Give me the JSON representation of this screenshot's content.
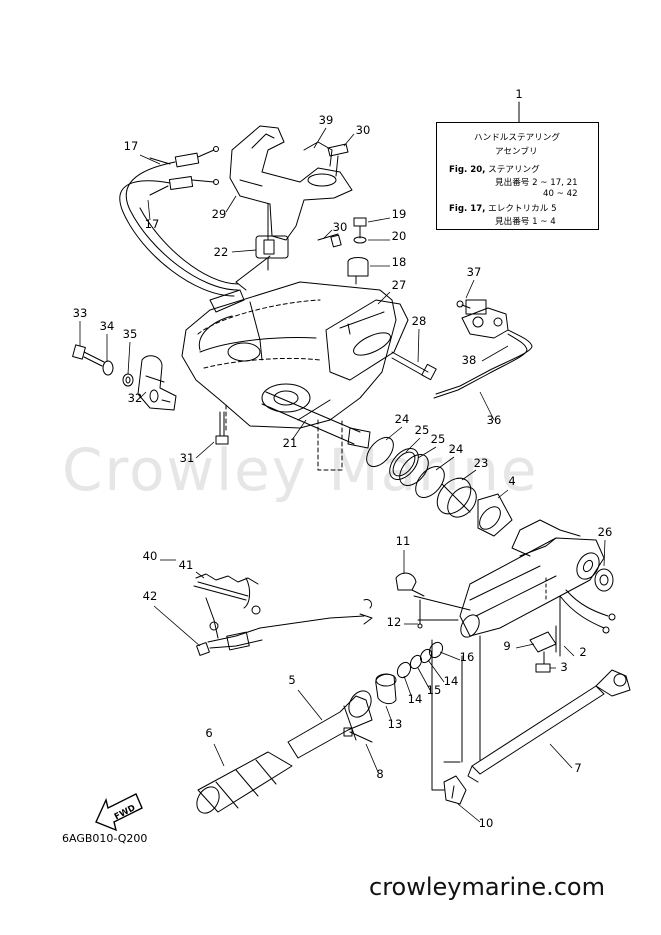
{
  "legend": {
    "ref": "1",
    "title_1": "ハンドルステアリング",
    "title_2": "アセンブリ",
    "line_1_bold": "Fig. 20,",
    "line_1_text": " ステアリング",
    "line_2": "見出番号 2 ~ 17, 21",
    "line_3": "40 ~ 42",
    "line_4_bold": "Fig. 17,",
    "line_4_text": " エレクトリカル 5",
    "line_5": "見出番号 1 ~ 4"
  },
  "callouts": [
    "1",
    "17",
    "17",
    "29",
    "39",
    "30",
    "30",
    "19",
    "20",
    "22",
    "18",
    "37",
    "27",
    "33",
    "34",
    "35",
    "28",
    "38",
    "32",
    "36",
    "31",
    "21",
    "24",
    "25",
    "25",
    "24",
    "23",
    "4",
    "11",
    "26",
    "40",
    "41",
    "42",
    "12",
    "9",
    "3",
    "2",
    "5",
    "16",
    "14",
    "15",
    "14",
    "13",
    "6",
    "8",
    "7",
    "10"
  ],
  "fwd_label": "FWD",
  "diagram_code": "6AGB010-Q200",
  "watermark": "Crowley Marine",
  "site_url": "crowleymarine.com"
}
